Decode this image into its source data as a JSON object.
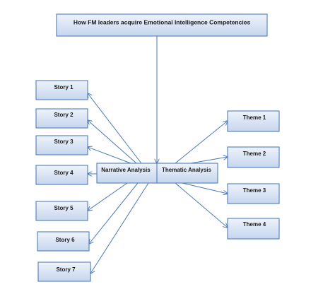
{
  "diagram": {
    "title": "How FM leaders acquire Emotional Intelligence Competencies",
    "narrative": "Narrative Analysis",
    "thematic": "Thematic Analysis",
    "stories": [
      "Story 1",
      "Story 2",
      "Story 3",
      "Story 4",
      "Story 5",
      "Story 6",
      "Story 7"
    ],
    "themes": [
      "Theme 1",
      "Theme 2",
      "Theme 3",
      "Theme 4"
    ],
    "colors": {
      "box_fill_top": "#eef3fb",
      "box_fill_bottom": "#c6d6ee",
      "box_border": "#4f7fb8",
      "connector": "#4a7ab6"
    }
  }
}
